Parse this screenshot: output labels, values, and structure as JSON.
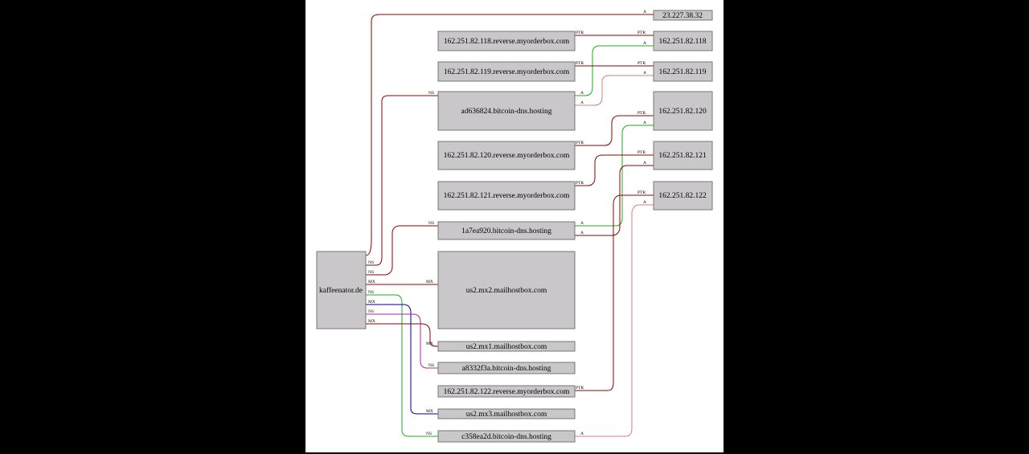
{
  "root": {
    "label": "kaffeenator.de"
  },
  "nodes": {
    "ip_23": "23.227.38.32",
    "ptr118": "162.251.82.118.reverse.myorderbox.com",
    "ip118": "162.251.82.118",
    "ptr119": "162.251.82.119.reverse.myorderbox.com",
    "ip119": "162.251.82.119",
    "ad636": "ad636824.bitcoin-dns.hosting",
    "ip120": "162.251.82.120",
    "ptr120": "162.251.82.120.reverse.myorderbox.com",
    "ip121": "162.251.82.121",
    "ptr121": "162.251.82.121.reverse.myorderbox.com",
    "ip122": "162.251.82.122",
    "n1a7": "1a7ea920.bitcoin-dns.hosting",
    "mx2": "us2.mx2.mailhostbox.com",
    "mx1": "us2.mx1.mailhostbox.com",
    "a833": "a8332f3a.bitcoin-dns.hosting",
    "ptr122": "162.251.82.122.reverse.myorderbox.com",
    "mx3": "us2.mx3.mailhostbox.com",
    "c358": "c358ea2d.bitcoin-dns.hosting"
  },
  "edge_labels": {
    "a": "A",
    "ns": "NS",
    "mx": "MX",
    "ptr": "PTR"
  },
  "colors": {
    "red": "#8b0000",
    "lightred": "#d08080",
    "green": "#22aa22",
    "navy": "#000080",
    "purple": "#9b2d9b",
    "node_fill": "#c9c7c9"
  }
}
